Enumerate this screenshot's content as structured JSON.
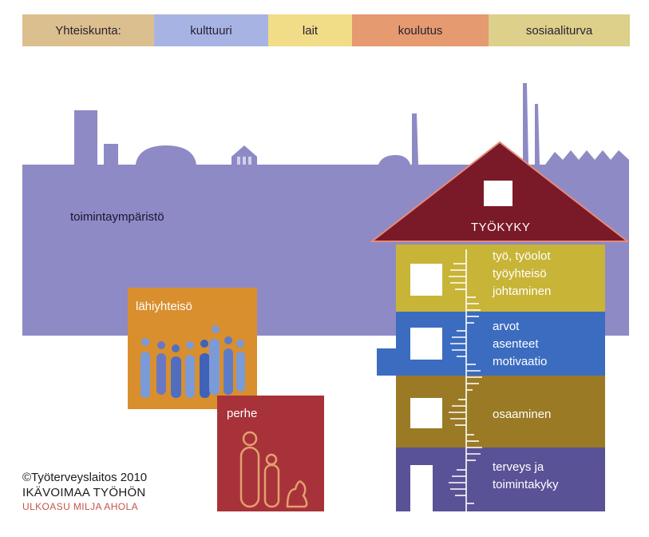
{
  "band": {
    "items": [
      {
        "label": "Yhteiskunta:",
        "color": "#dcbf8e"
      },
      {
        "label": "kulttuuri",
        "color": "#a7b4e3"
      },
      {
        "label": "lait",
        "color": "#f1dc88"
      },
      {
        "label": "koulutus",
        "color": "#e59a6f"
      },
      {
        "label": "sosiaaliturva",
        "color": "#dcd08a"
      }
    ]
  },
  "environment": {
    "label": "toimintaympäristö",
    "color": "#8e8ac6"
  },
  "community": {
    "label": "lähiyhteisö",
    "color": "#d98f2e"
  },
  "family": {
    "label": "perhe",
    "color": "#a8323a"
  },
  "house": {
    "roof_label": "TYÖKYKY",
    "roof_color": "#7a1a28",
    "floors": [
      {
        "lines": [
          "työ, työolot",
          "työyhteisö",
          "johtaminen"
        ],
        "color": "#c8b437"
      },
      {
        "lines": [
          "arvot",
          "asenteet",
          "motivaatio"
        ],
        "color": "#3b6cc0"
      },
      {
        "lines": [
          "osaaminen"
        ],
        "color": "#9a7a24"
      },
      {
        "lines": [
          "terveys ja",
          "toimintakyky"
        ],
        "color": "#5a5296"
      }
    ]
  },
  "credits": {
    "line1": "©Työterveyslaitos 2010",
    "line2": "IKÄVOIMAA TYÖHÖN",
    "line3": "ULKOASU MILJA AHOLA"
  }
}
